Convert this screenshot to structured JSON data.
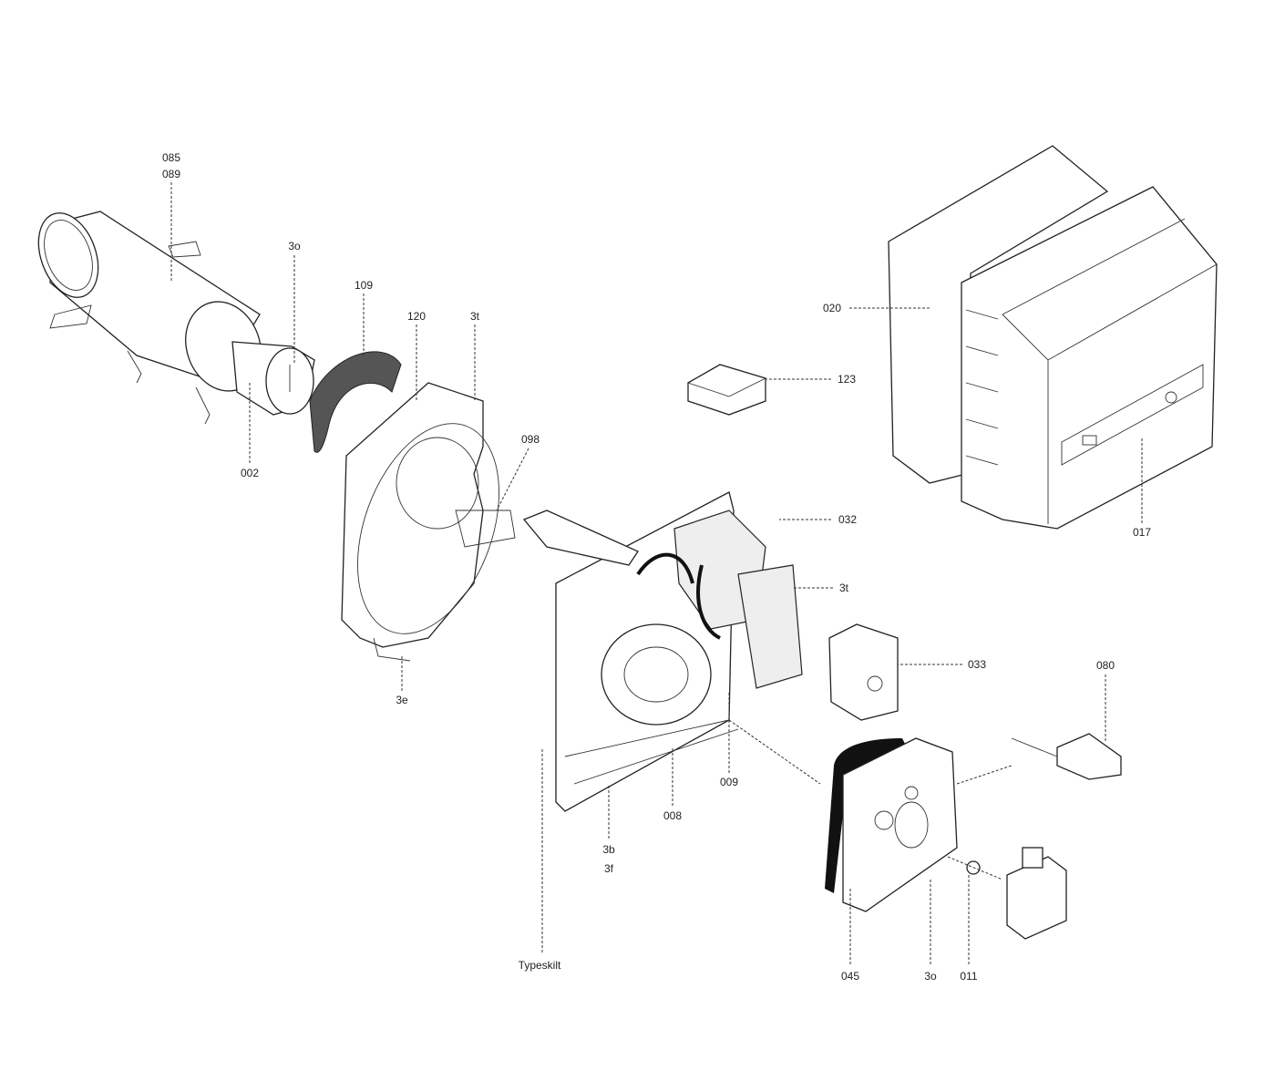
{
  "diagram": {
    "labels": {
      "l085": "085",
      "l089": "089",
      "l3o_top": "3o",
      "l109": "109",
      "l120": "120",
      "l3t_top": "3t",
      "l098": "098",
      "l002": "002",
      "l020": "020",
      "l123": "123",
      "l017": "017",
      "l032": "032",
      "l3t_mid": "3t",
      "l033": "033",
      "l080": "080",
      "l3e": "3e",
      "l009": "009",
      "l008": "008",
      "l3b": "3b",
      "l3f": "3f",
      "typeskilt": "Typeskilt",
      "l045": "045",
      "l3o_bottom": "3o",
      "l011": "011"
    }
  }
}
